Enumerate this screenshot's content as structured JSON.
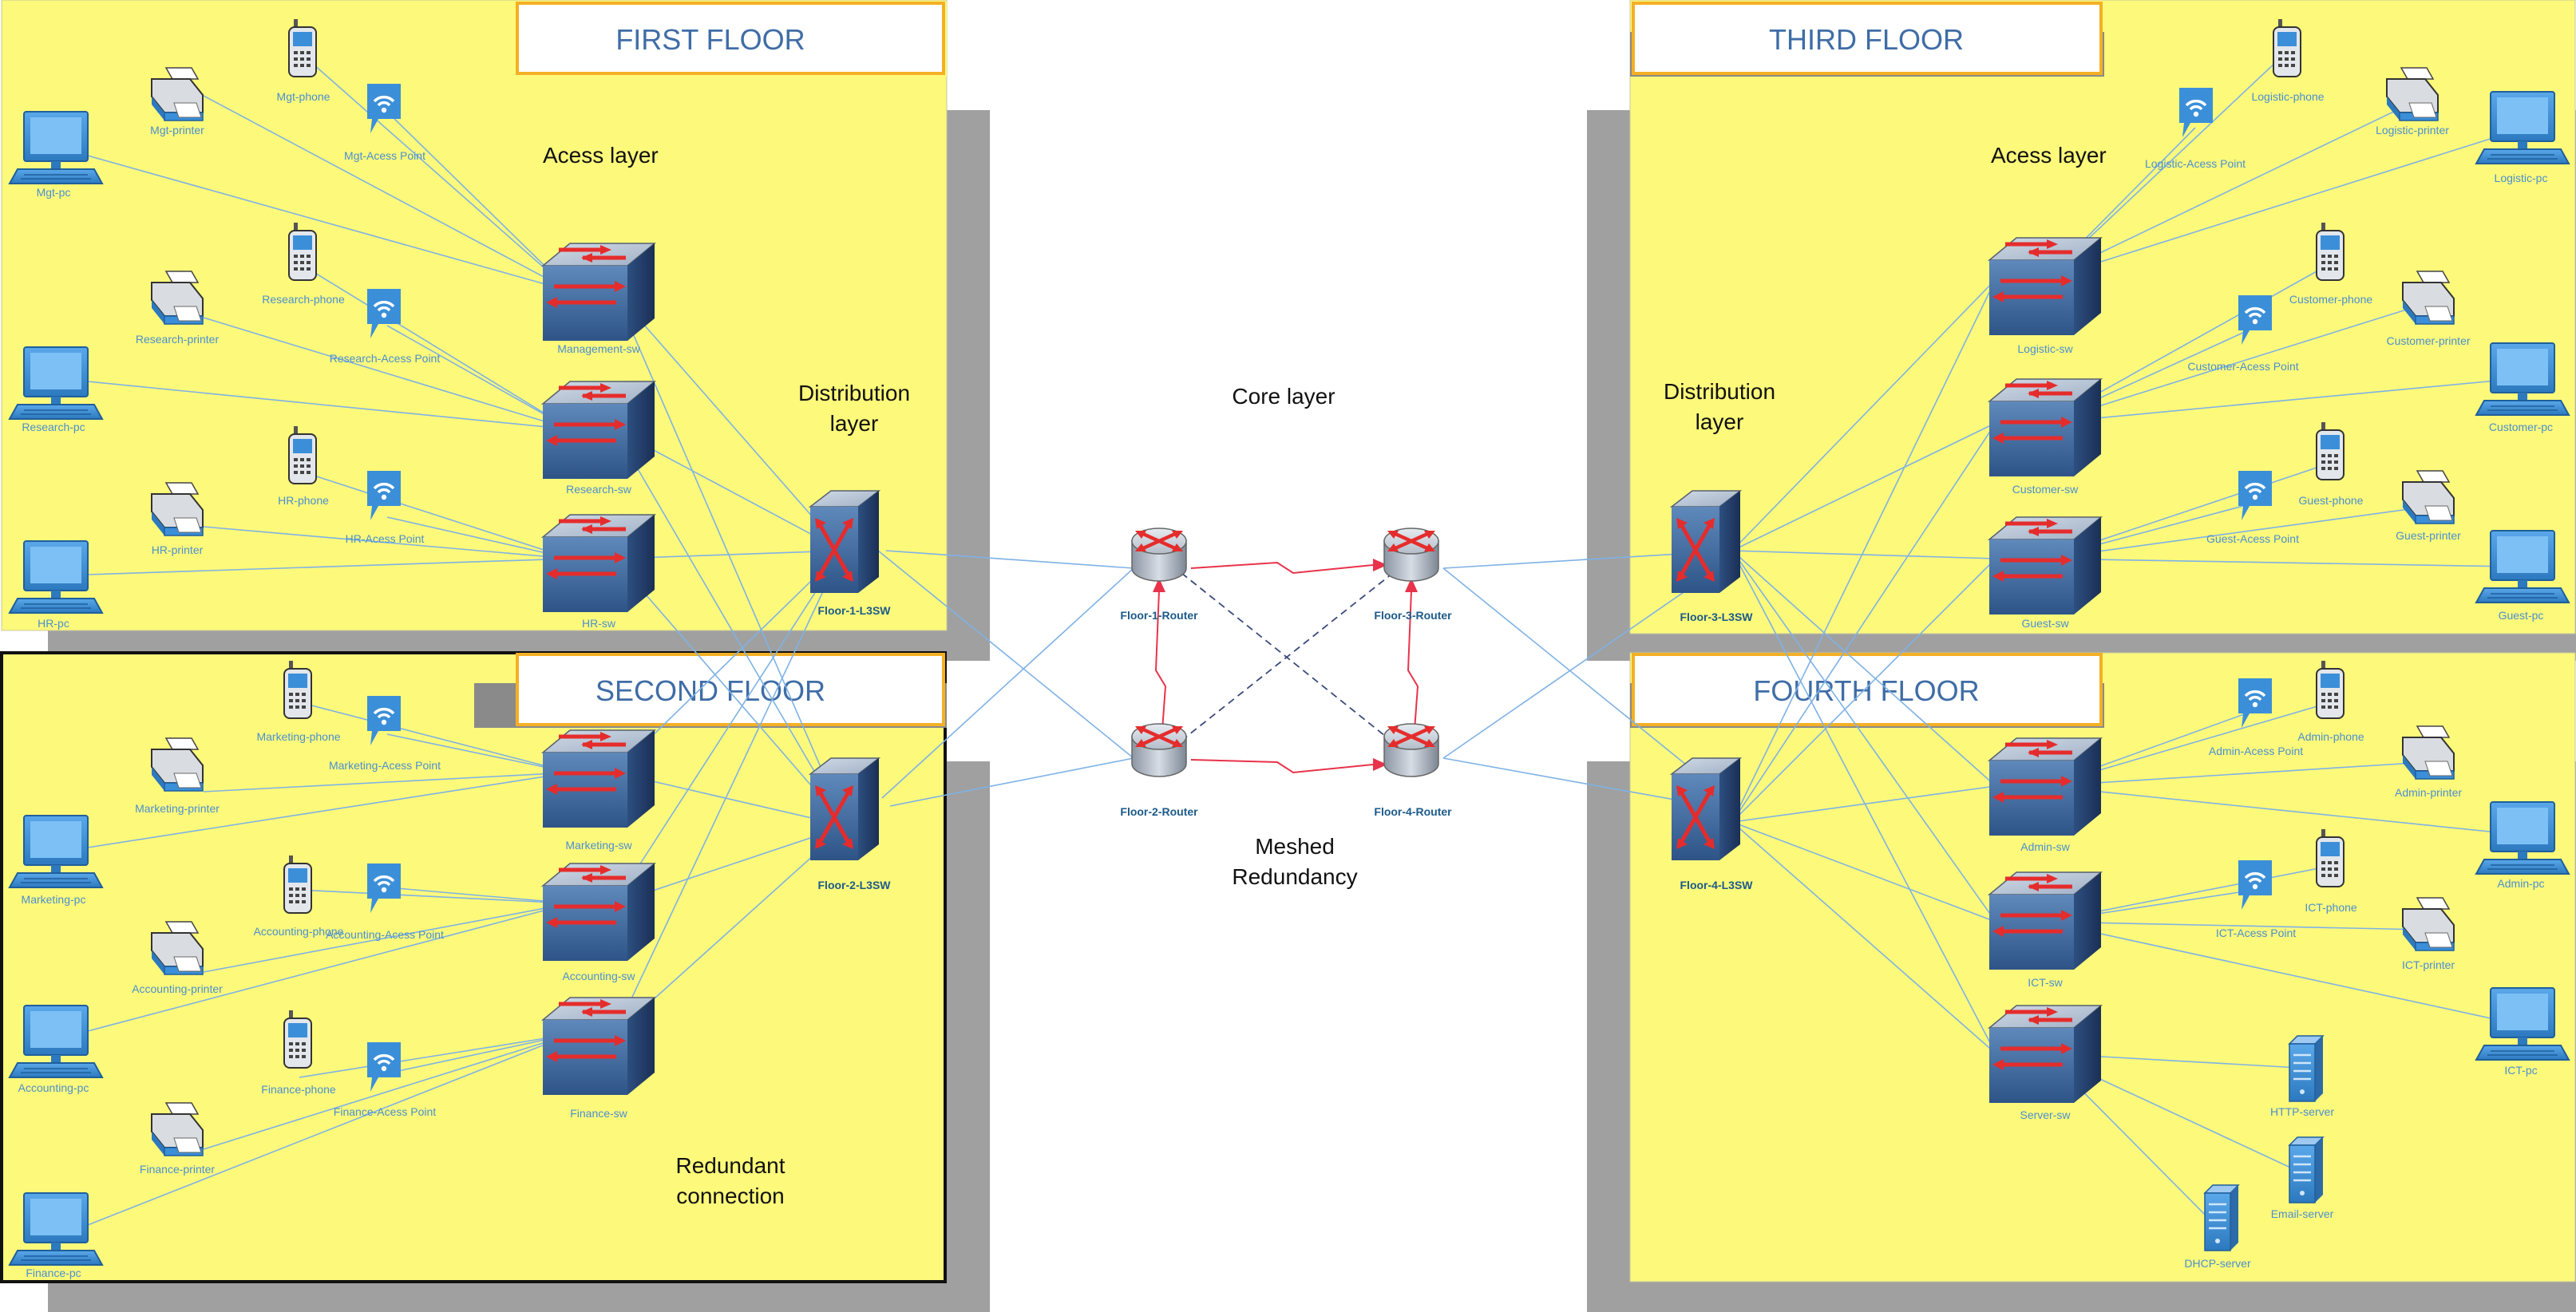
{
  "floors": {
    "first": {
      "title": "FIRST FLOOR"
    },
    "second": {
      "title": "SECOND FLOOR"
    },
    "third": {
      "title": "THIRD FLOOR"
    },
    "fourth": {
      "title": "FOURTH FLOOR"
    }
  },
  "annotations": {
    "access_first": "Acess layer",
    "access_third": "Acess layer",
    "dist_first_1": "Distribution",
    "dist_first_2": "layer",
    "dist_third_1": "Distribution",
    "dist_third_2": "layer",
    "core": "Core layer",
    "meshed_1": "Meshed",
    "meshed_2": "Redundancy",
    "redundant_1": "Redundant",
    "redundant_2": "connection"
  },
  "devices": {
    "mgt_pc": "Mgt-pc",
    "mgt_printer": "Mgt-printer",
    "mgt_phone": "Mgt-phone",
    "mgt_ap": "Mgt-Acess Point",
    "mgt_sw": "Management-sw",
    "res_pc": "Research-pc",
    "res_printer": "Research-printer",
    "res_phone": "Research-phone",
    "res_ap": "Research-Acess Point",
    "res_sw": "Research-sw",
    "hr_pc": "HR-pc",
    "hr_printer": "HR-printer",
    "hr_phone": "HR-phone",
    "hr_ap": "HR-Acess Point",
    "hr_sw": "HR-sw",
    "f1_l3": "Floor-1-L3SW",
    "mkt_pc": "Marketing-pc",
    "mkt_printer": "Marketing-printer",
    "mkt_phone": "Marketing-phone",
    "mkt_ap": "Marketing-Acess Point",
    "mkt_sw": "Marketing-sw",
    "acc_pc": "Accounting-pc",
    "acc_printer": "Accounting-printer",
    "acc_phone": "Accounting-phone",
    "acc_ap": "Accounting-Acess Point",
    "acc_sw": "Accounting-sw",
    "fin_pc": "Finance-pc",
    "fin_printer": "Finance-printer",
    "fin_phone": "Finance-phone",
    "fin_ap": "Finance-Acess Point",
    "fin_sw": "Finance-sw",
    "f2_l3": "Floor-2-L3SW",
    "log_pc": "Logistic-pc",
    "log_printer": "Logistic-printer",
    "log_phone": "Logistic-phone",
    "log_ap": "Logistic-Acess Point",
    "log_sw": "Logistic-sw",
    "cus_pc": "Customer-pc",
    "cus_printer": "Customer-printer",
    "cus_phone": "Customer-phone",
    "cus_ap": "Customer-Acess Point",
    "cus_sw": "Customer-sw",
    "gue_pc": "Guest-pc",
    "gue_printer": "Guest-printer",
    "gue_phone": "Guest-phone",
    "gue_ap": "Guest-Acess Point",
    "gue_sw": "Guest-sw",
    "f3_l3": "Floor-3-L3SW",
    "adm_pc": "Admin-pc",
    "adm_printer": "Admin-printer",
    "adm_phone": "Admin-phone",
    "adm_ap": "Admin-Acess Point",
    "adm_sw": "Admin-sw",
    "ict_pc": "ICT-pc",
    "ict_printer": "ICT-printer",
    "ict_phone": "ICT-phone",
    "ict_ap": "ICT-Acess Point",
    "ict_sw": "ICT-sw",
    "srv_sw": "Server-sw",
    "http_srv": "HTTP-server",
    "email_srv": "Email-server",
    "dhcp_srv": "DHCP-server",
    "f4_l3": "Floor-4-L3SW",
    "r1": "Floor-1-Router",
    "r2": "Floor-2-Router",
    "r3": "Floor-3-Router",
    "r4": "Floor-4-Router"
  },
  "colors": {
    "floor_fill": "#fdf97a",
    "shadow": "#a0a0a0",
    "title_border": "#f4b024",
    "title_text": "#3f6da6",
    "device_blue": "#3b8fd9",
    "link_blue": "#7fb2e5",
    "link_red": "#e8334a",
    "link_dashed": "#3a4a7a"
  }
}
